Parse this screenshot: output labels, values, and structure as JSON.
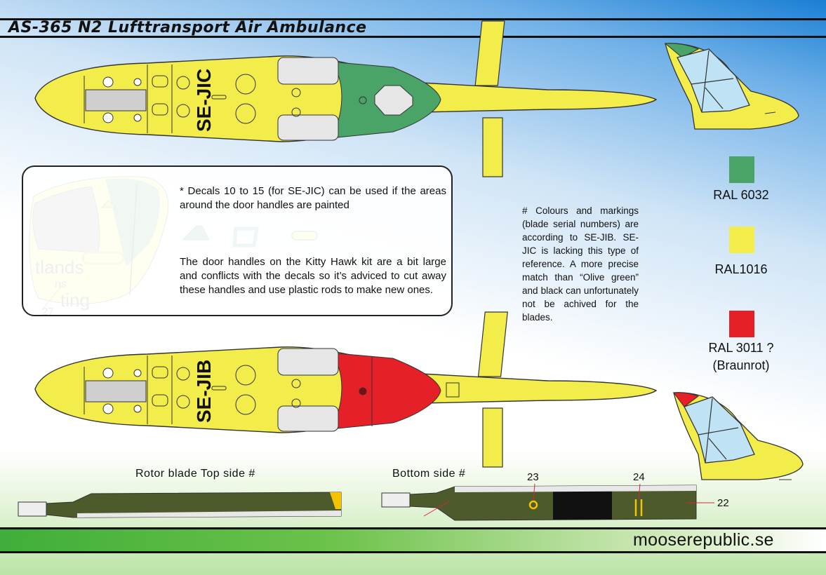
{
  "title": "AS-365 N2 Lufttransport Air Ambulance",
  "registrations": {
    "top": "SE-JIC",
    "bottom": "SE-JIB"
  },
  "note_box": {
    "note1": "* Decals 10 to 15 (for SE-JIC) can be used if the areas around the door handles are painted",
    "note2": "The door handles on the Kitty Hawk kit are a bit large and conflicts with the decals so it’s adviced to cut away these handles and use plastic rods to make new ones.",
    "inset_text_1": "tlands",
    "inset_text_2": "ns",
    "inset_text_3": "ting",
    "callout_number": "27"
  },
  "colours_note": "# Colours and markings (blade serial numbers) are according to SE-JIB. SE-JIC is lacking this type of reference. A more precise match than “Olive green” and black can unfortunately not be achived for the blades.",
  "swatches": [
    {
      "label": "RAL 6032",
      "color": "#4aa467"
    },
    {
      "label": "RAL1016",
      "color": "#f3ed4b"
    },
    {
      "label": "RAL 3011 ?",
      "label2": "(Braunrot)",
      "color": "#e52127"
    }
  ],
  "blades": {
    "top_label": "Rotor blade Top side #",
    "bottom_label": "Bottom side #",
    "numbers": [
      "23",
      "24",
      "22"
    ]
  },
  "colors": {
    "body_yellow": "#f3ed4b",
    "green": "#4aa467",
    "red": "#e52127",
    "olive": "#4d5a2b",
    "glass": "#bfe3f5"
  },
  "footer": {
    "site": "mooserepublic.se"
  }
}
